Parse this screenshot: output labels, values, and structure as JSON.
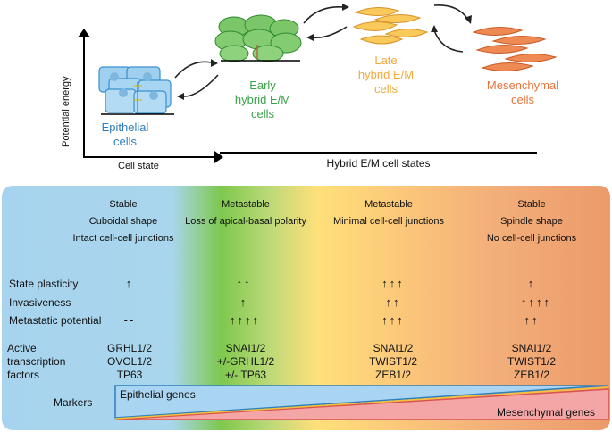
{
  "top": {
    "y_axis_label": "Potential energy",
    "x_axis_label": "Cell state",
    "hybrid_label": "Hybrid E/M cell states",
    "states": [
      {
        "label": "Epithelial\ncells",
        "color": "#2f7fbf"
      },
      {
        "label": "Early\nhybrid E/M\ncells",
        "color": "#3aa24a"
      },
      {
        "label": "Late\nhybrid E/M\ncells",
        "color": "#f2a93b"
      },
      {
        "label": "Mesenchymal\ncells",
        "color": "#e8733a"
      }
    ]
  },
  "columns": [
    {
      "header": [
        "Stable",
        "Cuboidal shape",
        "Intact cell-cell junctions"
      ],
      "plasticity": "↑",
      "invasiveness": "--",
      "metastatic": "--",
      "tfs": [
        "GRHL1/2",
        "OVOL1/2",
        "TP63"
      ]
    },
    {
      "header": [
        "Metastable",
        "Loss of apical-basal polarity"
      ],
      "plasticity": "↑↑",
      "invasiveness": "↑",
      "metastatic": "↑↑↑↑",
      "tfs": [
        "SNAI1/2",
        "+/-GRHL1/2",
        "+/- TP63"
      ]
    },
    {
      "header": [
        "Metastable",
        "Minimal cell-cell junctions"
      ],
      "plasticity": "↑↑↑",
      "invasiveness": "↑↑",
      "metastatic": "↑↑↑",
      "tfs": [
        "SNAI1/2",
        "TWIST1/2",
        "ZEB1/2"
      ]
    },
    {
      "header": [
        "Stable",
        "Spindle shape",
        "No cell-cell junctions"
      ],
      "plasticity": "↑",
      "invasiveness": "↑↑↑↑",
      "metastatic": "↑↑",
      "tfs": [
        "SNAI1/2",
        "TWIST1/2",
        "ZEB1/2"
      ]
    }
  ],
  "rows": {
    "plasticity": "State plasticity",
    "invasiveness": "Invasiveness",
    "metastatic": "Metastatic potential",
    "tf": "Active\ntranscription\nfactors",
    "markers": "Markers"
  },
  "markers": {
    "epithelial": "Epithelial genes",
    "mesenchymal": "Mesenchymal genes"
  }
}
